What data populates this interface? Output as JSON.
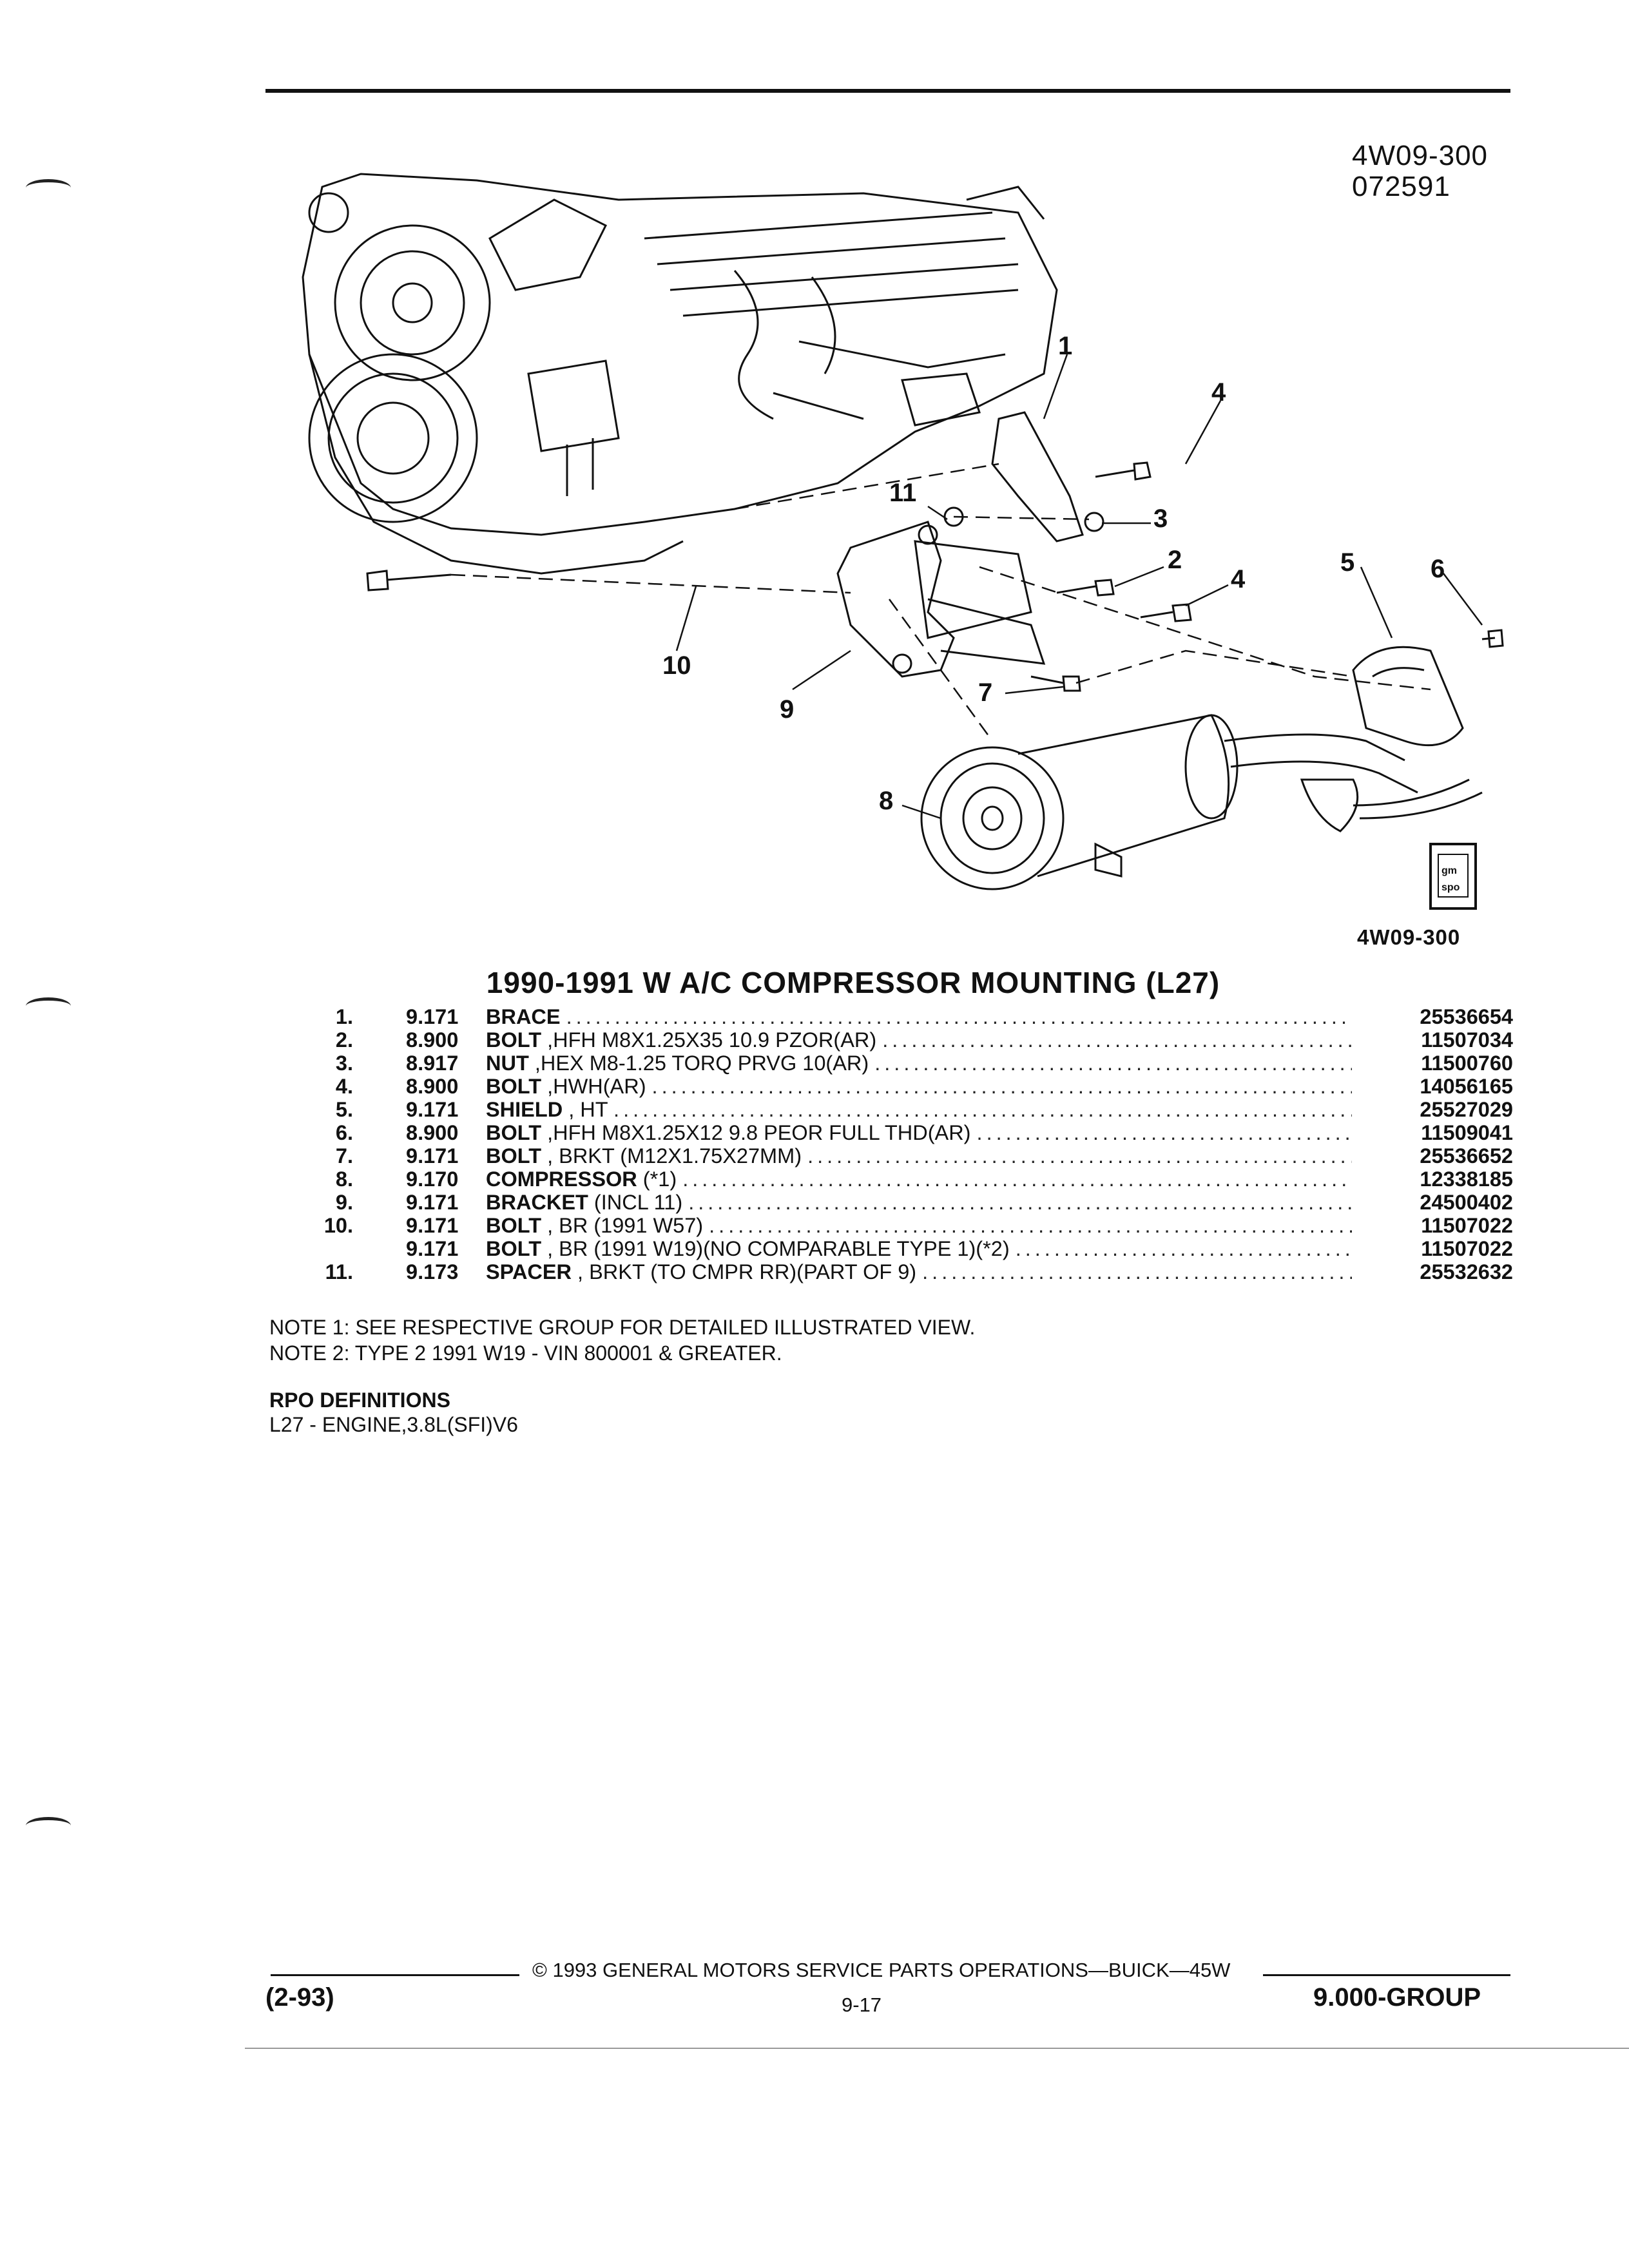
{
  "figure": {
    "code": "4W09-300",
    "date_code": "072591",
    "caption_code": "4W09-300",
    "callouts": [
      "1",
      "2",
      "3",
      "4",
      "4",
      "5",
      "6",
      "7",
      "8",
      "9",
      "10",
      "11"
    ],
    "logo_text": "gm spo"
  },
  "title": "1990-1991 W A/C COMPRESSOR MOUNTING (L27)",
  "parts": [
    {
      "num": "1.",
      "group": "9.171",
      "name": "BRACE",
      "detail": "",
      "part_no": "25536654"
    },
    {
      "num": "2.",
      "group": "8.900",
      "name": "BOLT",
      "detail": " ,HFH M8X1.25X35 10.9 PZOR(AR)",
      "part_no": "11507034"
    },
    {
      "num": "3.",
      "group": "8.917",
      "name": "NUT",
      "detail": " ,HEX M8-1.25 TORQ PRVG 10(AR)",
      "part_no": "11500760"
    },
    {
      "num": "4.",
      "group": "8.900",
      "name": "BOLT",
      "detail": " ,HWH(AR)",
      "part_no": "14056165"
    },
    {
      "num": "5.",
      "group": "9.171",
      "name": "SHIELD",
      "detail": " , HT",
      "part_no": "25527029"
    },
    {
      "num": "6.",
      "group": "8.900",
      "name": "BOLT",
      "detail": " ,HFH M8X1.25X12 9.8 PEOR FULL THD(AR)",
      "part_no": "11509041"
    },
    {
      "num": "7.",
      "group": "9.171",
      "name": "BOLT",
      "detail": " , BRKT (M12X1.75X27MM)",
      "part_no": "25536652"
    },
    {
      "num": "8.",
      "group": "9.170",
      "name": "COMPRESSOR",
      "detail": " (*1)",
      "part_no": "12338185"
    },
    {
      "num": "9.",
      "group": "9.171",
      "name": "BRACKET",
      "detail": " (INCL 11)",
      "part_no": "24500402"
    },
    {
      "num": "10.",
      "group": "9.171",
      "name": "BOLT",
      "detail": " , BR (1991 W57)",
      "part_no": "11507022"
    },
    {
      "num": "",
      "group": "9.171",
      "name": "BOLT",
      "detail": " , BR (1991 W19)(NO COMPARABLE TYPE 1)(*2)",
      "part_no": "11507022"
    },
    {
      "num": "11.",
      "group": "9.173",
      "name": "SPACER",
      "detail": " , BRKT (TO CMPR RR)(PART OF 9)",
      "part_no": "25532632"
    }
  ],
  "dots": "..............................................................................................................",
  "notes": [
    "NOTE  1:  SEE RESPECTIVE GROUP FOR DETAILED ILLUSTRATED VIEW.",
    "NOTE  2:  TYPE 2 1991 W19 - VIN 800001 & GREATER."
  ],
  "rpo": {
    "heading": "RPO DEFINITIONS",
    "items": [
      "L27 - ENGINE,3.8L(SFI)V6"
    ]
  },
  "footer": {
    "copyright": "© 1993 GENERAL MOTORS SERVICE PARTS OPERATIONS—BUICK—45W",
    "date": "(2-93)",
    "page": "9-17",
    "group": "9.000-GROUP"
  }
}
